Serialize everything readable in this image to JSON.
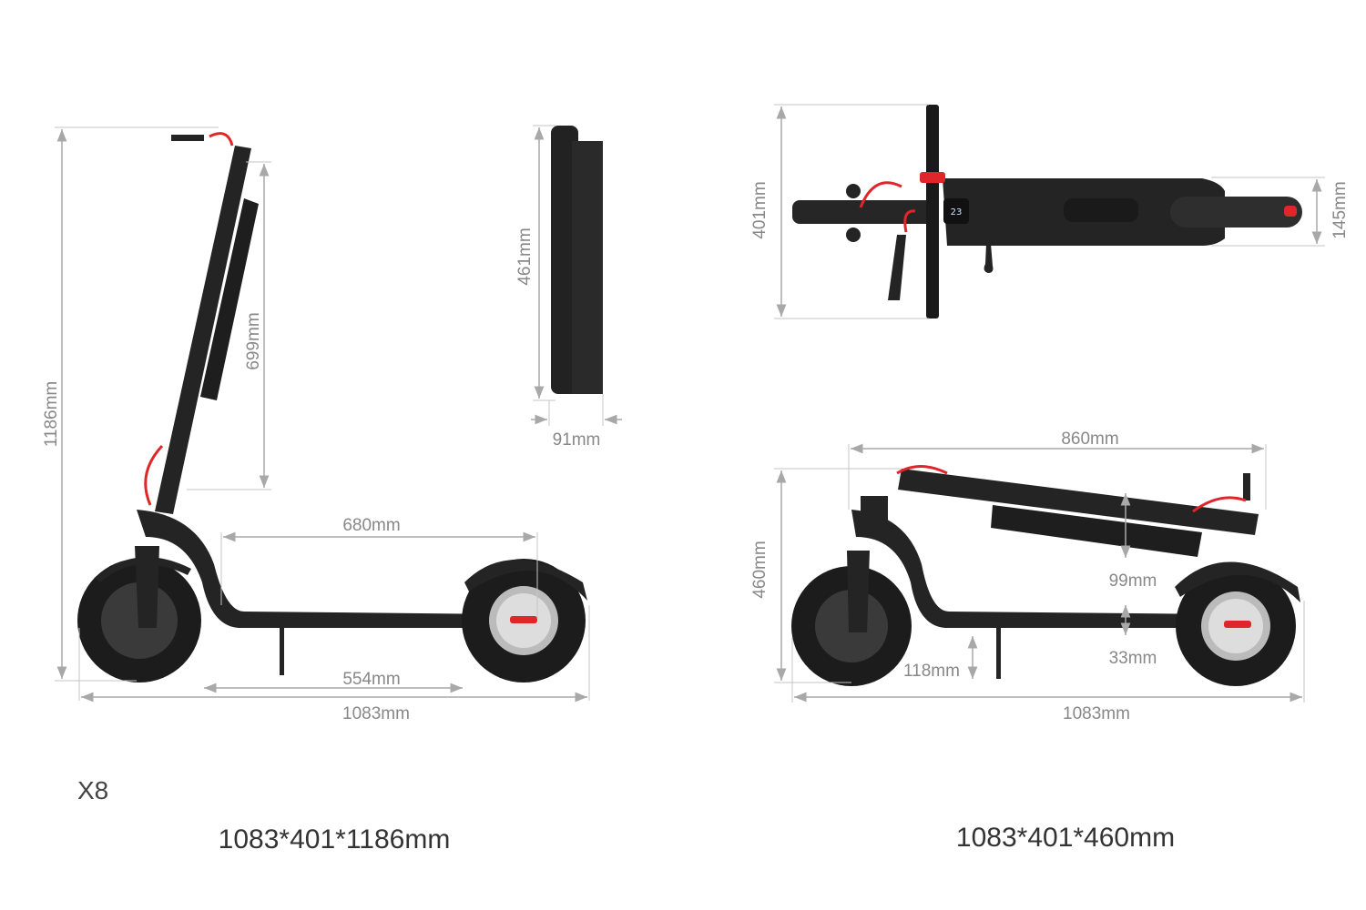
{
  "model": "X8",
  "unfolded_view": {
    "height_label": "1186mm",
    "stem_battery_label": "699mm",
    "deck_length_label": "680mm",
    "wheel_gap_label": "554mm",
    "length_label": "1083mm",
    "overall_dimensions": "1083*401*1186mm"
  },
  "battery_view": {
    "height_label": "461mm",
    "width_label": "91mm"
  },
  "top_view": {
    "width_label": "401mm",
    "rear_width_label": "145mm",
    "display_reading": "23"
  },
  "folded_view": {
    "folded_length_label": "860mm",
    "height_label": "460mm",
    "battery_thickness_label": "99mm",
    "deck_clearance_label": "33mm",
    "ground_clearance_label": "118mm",
    "length_label": "1083mm",
    "overall_dimensions": "1083*401*460mm"
  },
  "colors": {
    "accent": "#e0262a",
    "body": "#242424",
    "dimension_lines": "#a8a8a8"
  }
}
